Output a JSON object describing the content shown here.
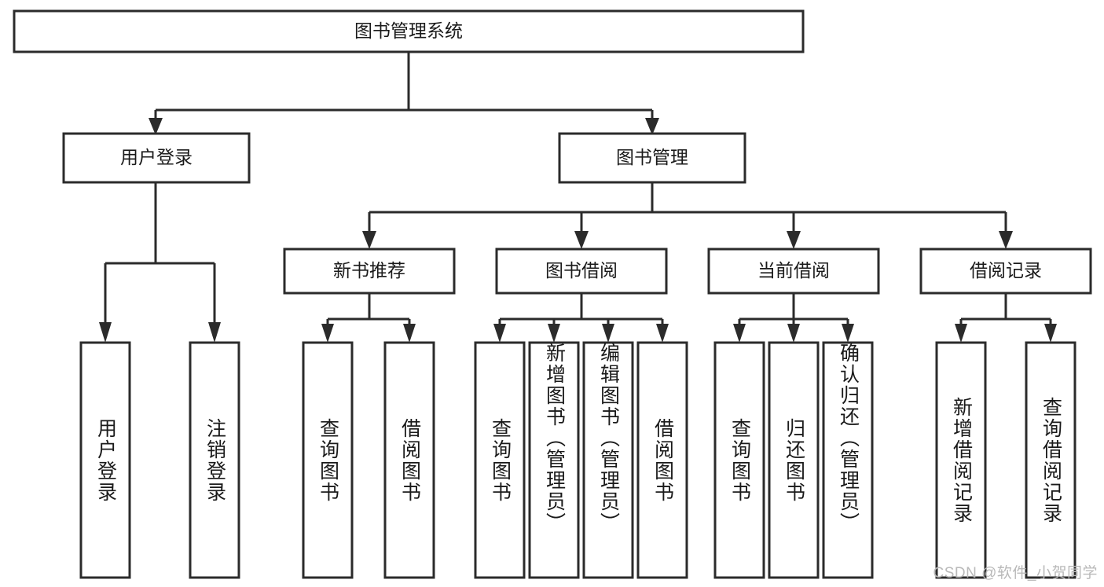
{
  "diagram": {
    "type": "tree-hierarchy",
    "title": "图书管理系统",
    "colors": {
      "stroke": "#2b2b2b",
      "fill": "#ffffff",
      "text": "#1a1a1a",
      "watermark": "#b9b9b9",
      "background": "#ffffff"
    },
    "root": {
      "label": "图书管理系统"
    },
    "level2": [
      {
        "label": "用户登录"
      },
      {
        "label": "图书管理"
      }
    ],
    "level3": [
      {
        "label": "新书推荐"
      },
      {
        "label": "图书借阅"
      },
      {
        "label": "当前借阅"
      },
      {
        "label": "借阅记录"
      }
    ],
    "leaves": {
      "user_login": [
        {
          "label": "用户登录"
        },
        {
          "label": "注销登录"
        }
      ],
      "new_book_recommend": [
        {
          "label": "查询图书"
        },
        {
          "label": "借阅图书"
        }
      ],
      "book_borrow": [
        {
          "label": "查询图书"
        },
        {
          "label": "新增图书（管理员）"
        },
        {
          "label": "编辑图书（管理员）"
        },
        {
          "label": "借阅图书"
        }
      ],
      "current_borrow": [
        {
          "label": "查询图书"
        },
        {
          "label": "归还图书"
        },
        {
          "label": "确认归还（管理员）"
        }
      ],
      "borrow_record": [
        {
          "label": "新增借阅记录"
        },
        {
          "label": "查询借阅记录"
        }
      ]
    },
    "watermark": "CSDN @软件_小贺同学"
  }
}
